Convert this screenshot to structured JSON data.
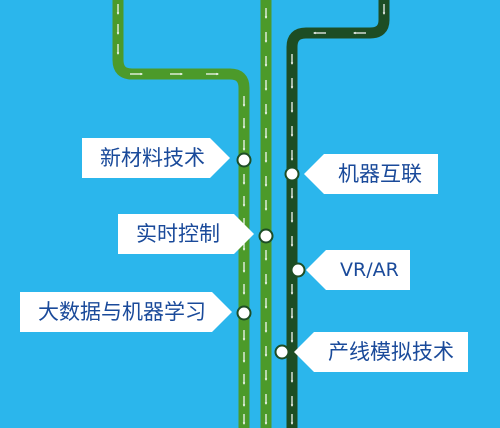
{
  "colors": {
    "background": "#2bb6ec",
    "line_green": "#4c9a2a",
    "line_dark": "#1d4d24",
    "label_text": "#1a4a9a"
  },
  "labels": {
    "new_materials": "新材料技术",
    "machine_interconnect": "机器互联",
    "realtime_control": "实时控制",
    "vr_ar": "VR/AR",
    "big_data_ml": "大数据与机器学习",
    "production_simulation": "产线模拟技术"
  }
}
